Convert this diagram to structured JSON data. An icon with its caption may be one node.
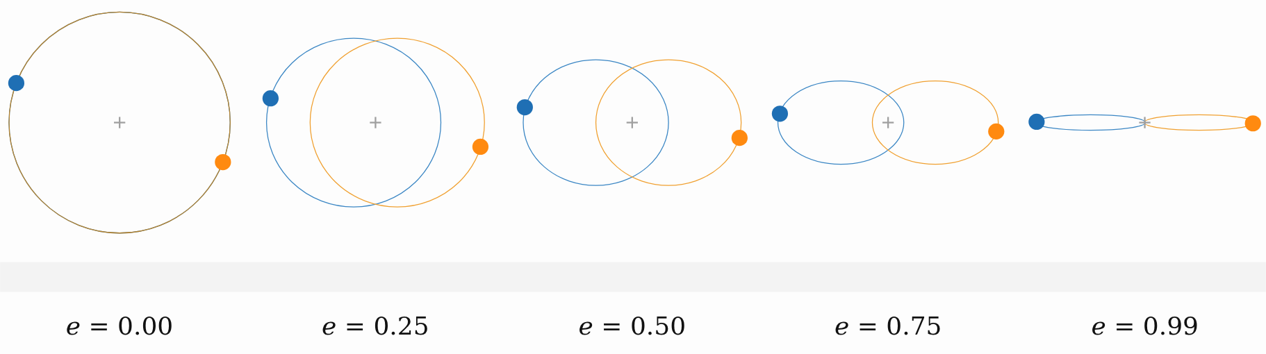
{
  "diagram": {
    "labels": [
      "*e* = 0.00",
      "*e* = 0.25",
      "*e* = 0.50",
      "*e* = 0.75",
      "*e* = 0.99"
    ]
  }
}
